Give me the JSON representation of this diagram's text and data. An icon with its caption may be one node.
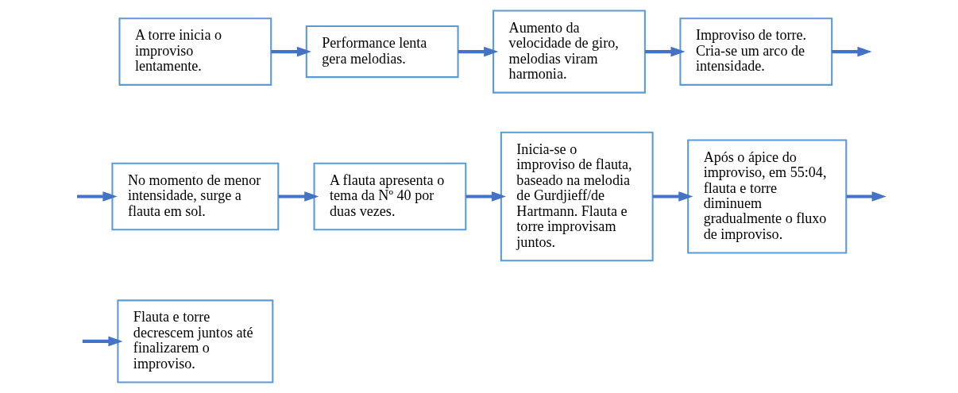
{
  "diagram": {
    "nodes": [
      {
        "text": [
          "A torre inicia o improviso lentamente."
        ]
      },
      {
        "text": [
          "Performance lenta gera melodias."
        ]
      },
      {
        "text": [
          "Aumento da velocidade de giro, melodias viram harmonia."
        ]
      },
      {
        "text": [
          "Improviso de torre. Cria-se um arco de intensidade."
        ]
      },
      {
        "text": [
          "No momento de menor intensidade, surge a flauta em sol."
        ]
      },
      {
        "text": [
          "A flauta apresenta o tema da Nº 40 por duas vezes."
        ]
      },
      {
        "text": [
          "Inicia-se o improviso de flauta, baseado na melodia de Gurdjieff/de Hartmann. Flauta e torre improvisam juntos."
        ]
      },
      {
        "text": [
          "Após o ápice do improviso, em 55:04, flauta e torre diminuem gradualmente o fluxo de improviso."
        ]
      },
      {
        "text": [
          "Flauta e torre decrescem juntos até finalizarem o improviso."
        ]
      }
    ],
    "edges": [
      {
        "from": 0,
        "to": 1,
        "arrow": "to"
      },
      {
        "from": 1,
        "to": 2,
        "arrow": "to"
      },
      {
        "from": 2,
        "to": 3,
        "arrow": "to"
      },
      {
        "from": 3,
        "to": null,
        "arrow": "to"
      },
      {
        "from": null,
        "to": 4,
        "arrow": "to"
      },
      {
        "from": 4,
        "to": 5,
        "arrow": "to"
      },
      {
        "from": 5,
        "to": 6,
        "arrow": "to"
      },
      {
        "from": 6,
        "to": 7,
        "arrow": "to"
      },
      {
        "from": 7,
        "to": null,
        "arrow": "to"
      },
      {
        "from": null,
        "to": 8,
        "arrow": "to"
      }
    ]
  }
}
